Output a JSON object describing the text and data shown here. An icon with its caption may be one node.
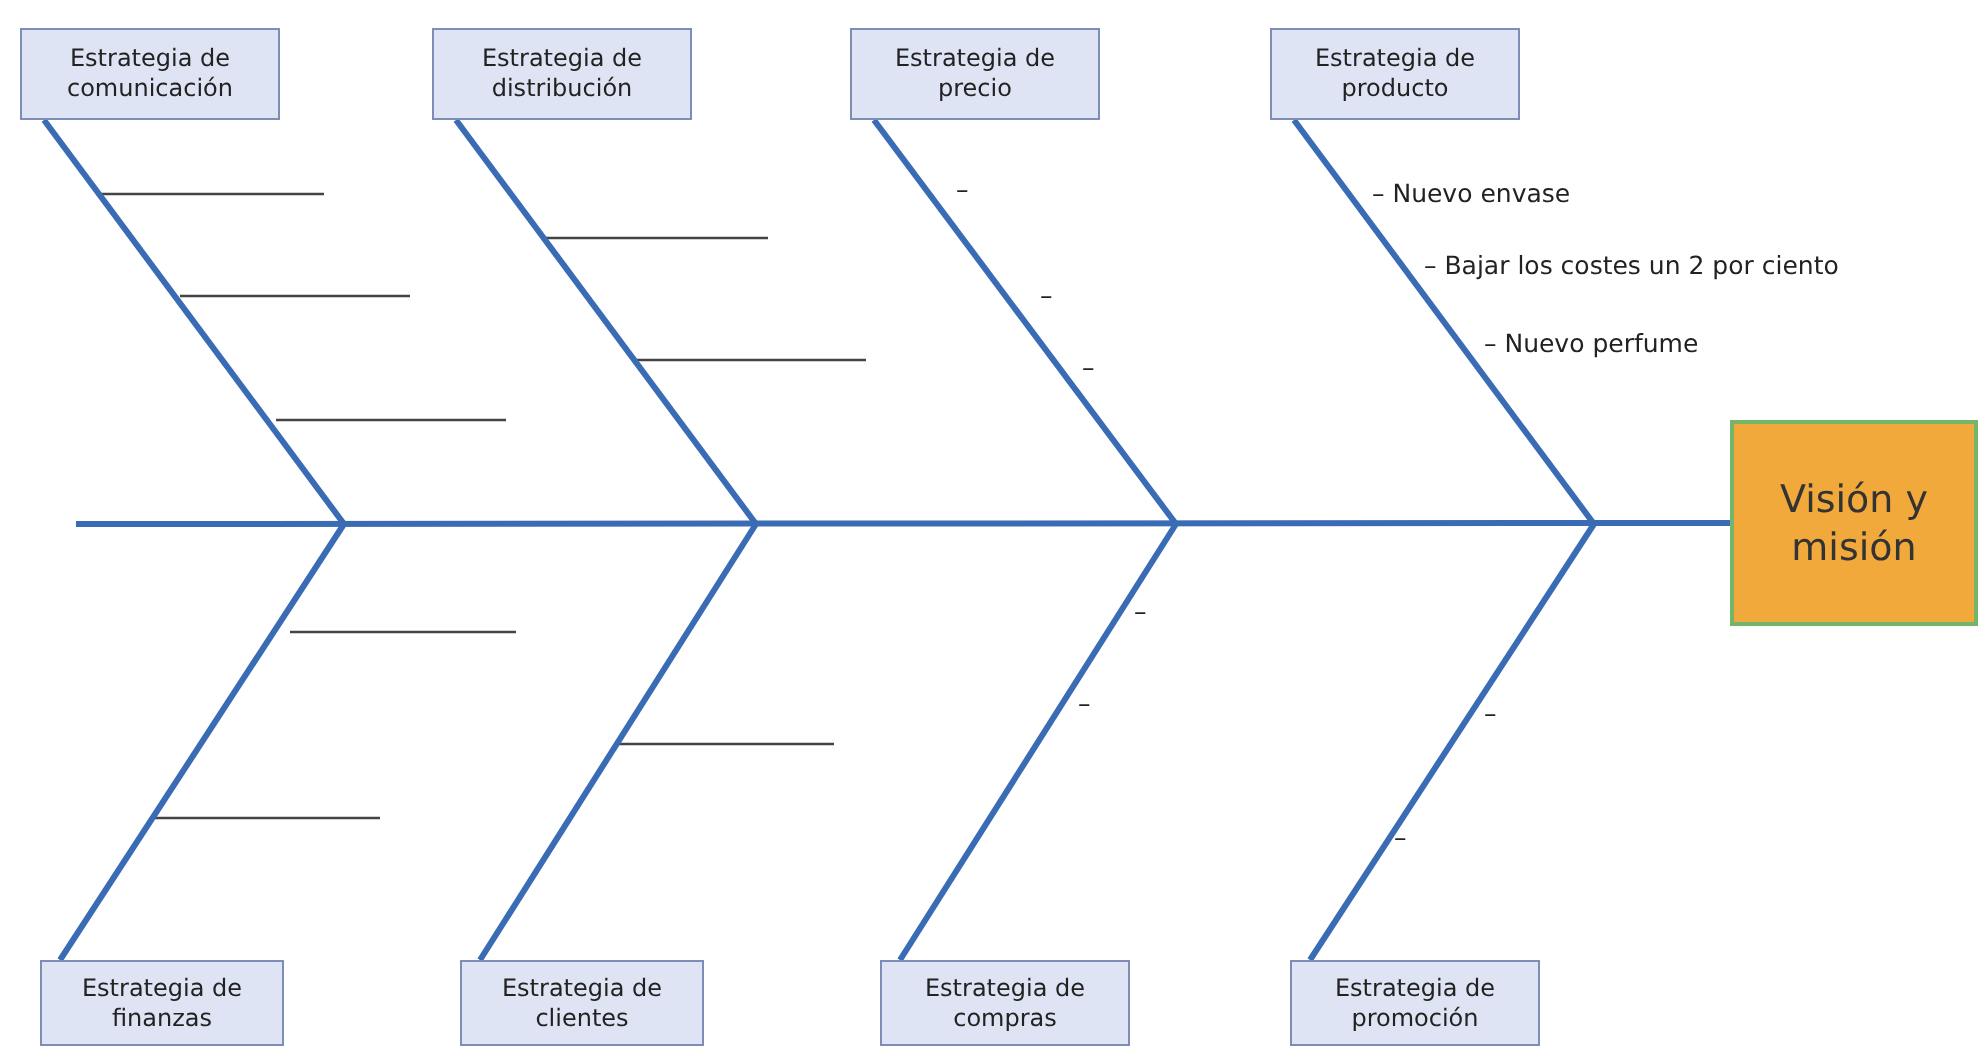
{
  "diagram": {
    "nodes": [
      {
        "text": [
          "Estrategia de comunicación"
        ]
      },
      {
        "text": [
          "Estrategia de distribución"
        ]
      },
      {
        "text": [
          "Estrategia de precio"
        ]
      },
      {
        "text": [
          "Estrategia de producto"
        ]
      },
      {
        "text": [
          "Estrategia de finanzas"
        ]
      },
      {
        "text": [
          "Estrategia de clientes"
        ]
      },
      {
        "text": [
          "Estrategia de compras"
        ]
      },
      {
        "text": [
          "Estrategia de promoción"
        ]
      },
      {
        "text": [
          "Visión y misión"
        ]
      }
    ],
    "edges": [
      {
        "from": 0,
        "to": null,
        "arrow": "none"
      },
      {
        "from": 1,
        "to": null,
        "arrow": "none"
      },
      {
        "from": 2,
        "to": null,
        "arrow": "none"
      },
      {
        "from": 3,
        "to": null,
        "arrow": "none"
      },
      {
        "from": 4,
        "to": null,
        "arrow": "none"
      },
      {
        "from": 5,
        "to": null,
        "arrow": "none"
      },
      {
        "from": 6,
        "to": null,
        "arrow": "none"
      },
      {
        "from": 7,
        "to": null,
        "arrow": "none"
      },
      {
        "from": null,
        "to": 8,
        "arrow": "none"
      }
    ],
    "labels": [
      "–",
      "– Nuevo envase",
      "– Bajar los costes un 2 por ciento",
      "–",
      "– Nuevo perfume",
      "–",
      "–",
      "–",
      "–",
      "–"
    ]
  }
}
